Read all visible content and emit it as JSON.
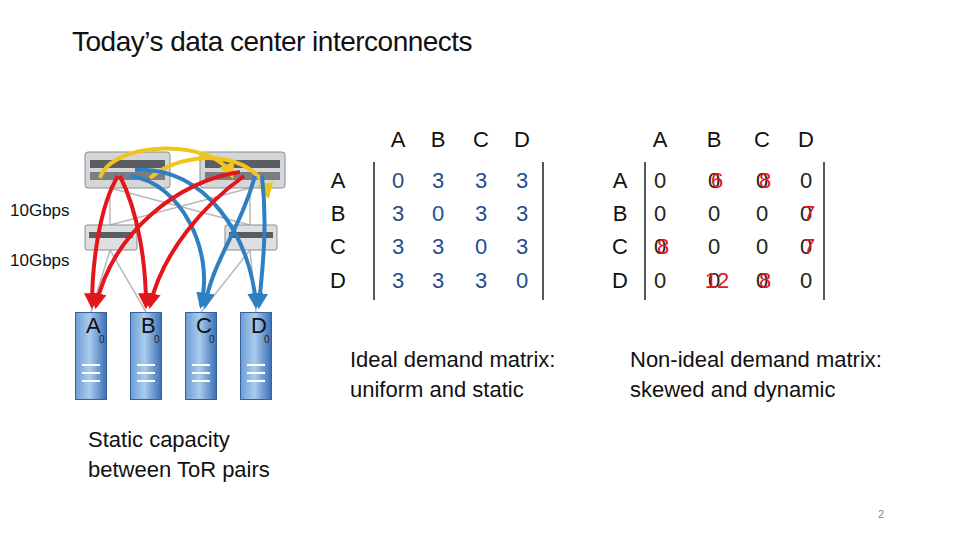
{
  "diagram": {
    "title": "Today’s data center interconnects",
    "nodes": [
      {
        "text": [
          "A",
          "0"
        ]
      },
      {
        "text": [
          "B",
          "0"
        ]
      },
      {
        "text": [
          "C",
          "0"
        ]
      },
      {
        "text": [
          "D",
          "0"
        ]
      }
    ],
    "labels": [
      "10Gbps",
      "10Gbps",
      "A",
      "B",
      "C",
      "D",
      "A",
      "B",
      "C",
      "D",
      "0",
      "3",
      "3",
      "3",
      "3",
      "0",
      "3",
      "3",
      "3",
      "3",
      "0",
      "3",
      "3",
      "3",
      "3",
      "0",
      "Ideal demand matrix: uniform and static",
      "A",
      "B",
      "C",
      "D",
      "A",
      "B",
      "C",
      "D",
      "0",
      "0",
      "0",
      "0",
      "0",
      "0",
      "0",
      "0",
      "0",
      "0",
      "0",
      "0",
      "0",
      "0",
      "0",
      "0",
      "6",
      "8",
      "7",
      "8",
      "7",
      "12",
      "8",
      "Non-ideal demand matrix: skewed and dynamic",
      "Static capacity between ToR pairs",
      "2"
    ]
  }
}
